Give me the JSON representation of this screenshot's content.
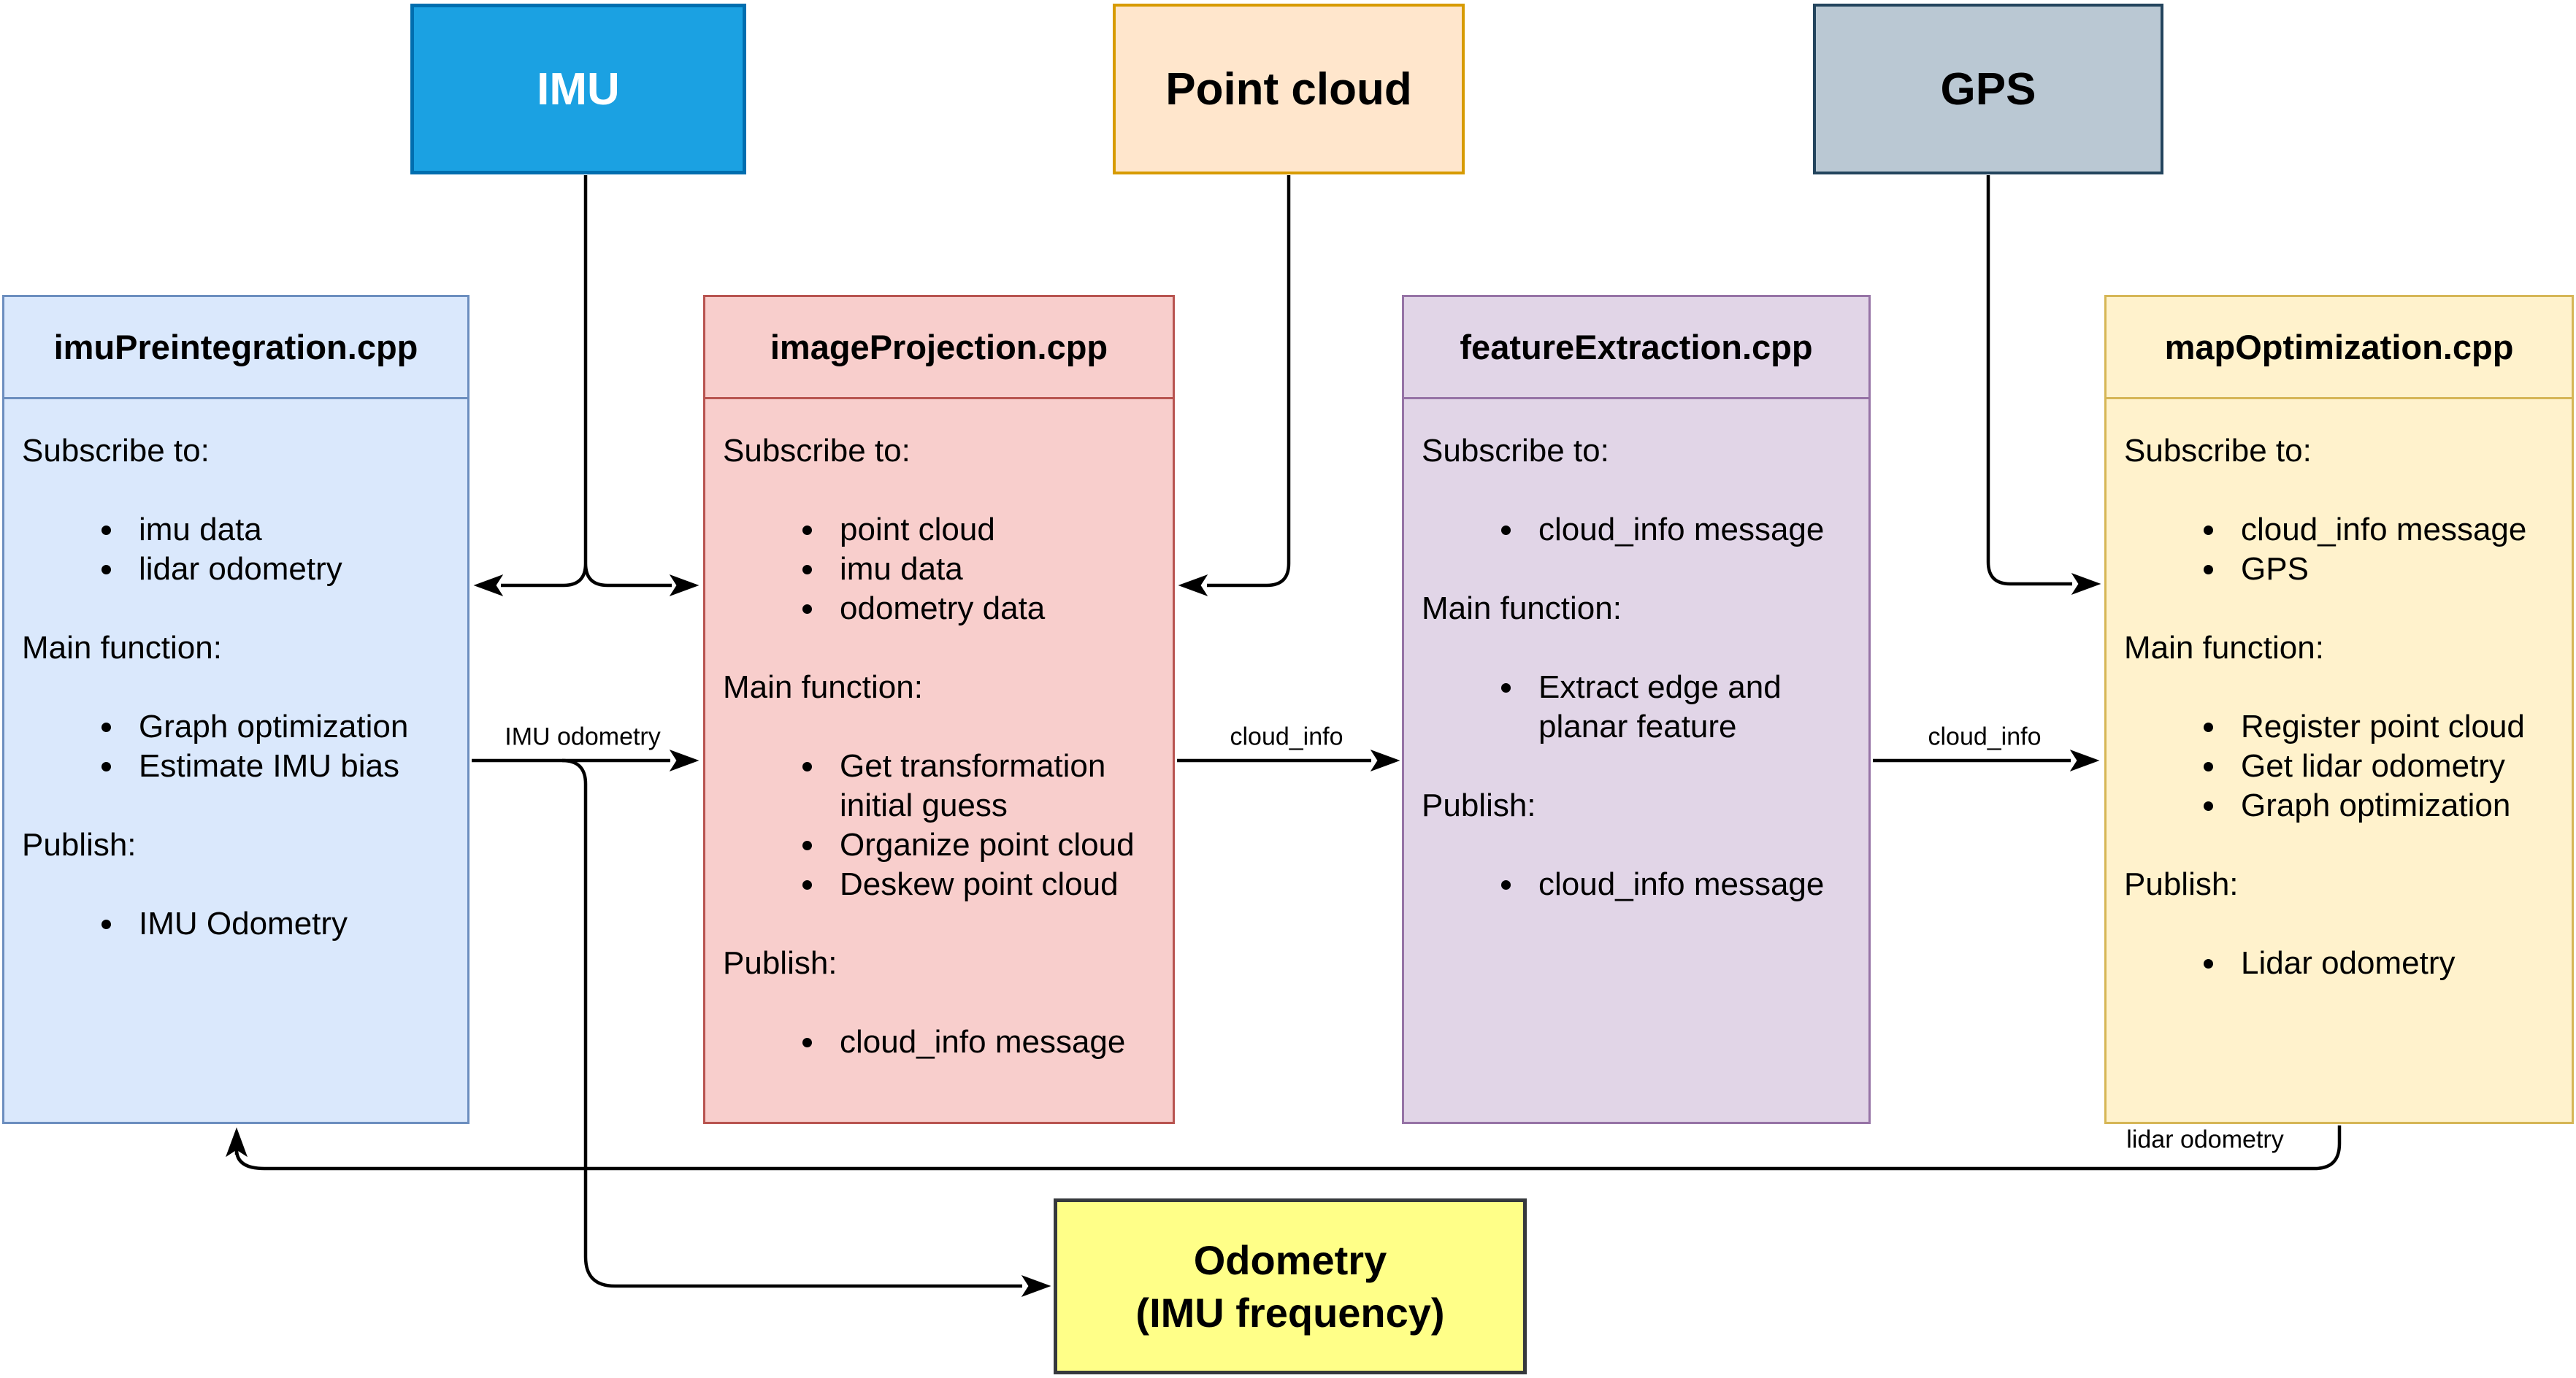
{
  "sources": {
    "imu": {
      "label": "IMU"
    },
    "point_cloud": {
      "label": "Point cloud"
    },
    "gps": {
      "label": "GPS"
    }
  },
  "modules": [
    {
      "title": "imuPreintegration.cpp",
      "sections": [
        {
          "heading": "Subscribe to:",
          "items": [
            "imu data",
            "lidar odometry"
          ]
        },
        {
          "heading": "Main function:",
          "items": [
            "Graph optimization",
            "Estimate IMU bias"
          ]
        },
        {
          "heading": "Publish:",
          "items": [
            "IMU Odometry"
          ]
        }
      ]
    },
    {
      "title": "imageProjection.cpp",
      "sections": [
        {
          "heading": "Subscribe to:",
          "items": [
            "point cloud",
            "imu data",
            "odometry data"
          ]
        },
        {
          "heading": "Main function:",
          "items": [
            "Get transformation initial guess",
            "Organize point cloud",
            "Deskew point cloud"
          ]
        },
        {
          "heading": "Publish:",
          "items": [
            "cloud_info message"
          ]
        }
      ]
    },
    {
      "title": "featureExtraction.cpp",
      "sections": [
        {
          "heading": "Subscribe to:",
          "items": [
            "cloud_info message"
          ]
        },
        {
          "heading": "Main function:",
          "items": [
            "Extract edge and planar feature"
          ]
        },
        {
          "heading": "Publish:",
          "items": [
            "cloud_info message"
          ]
        }
      ]
    },
    {
      "title": "mapOptimization.cpp",
      "sections": [
        {
          "heading": "Subscribe to:",
          "items": [
            "cloud_info message",
            "GPS"
          ]
        },
        {
          "heading": "Main function:",
          "items": [
            "Register point cloud",
            "Get lidar odometry",
            "Graph optimization"
          ]
        },
        {
          "heading": "Publish:",
          "items": [
            "Lidar odometry"
          ]
        }
      ]
    }
  ],
  "output_box": {
    "line1": "Odometry",
    "line2": "(IMU frequency)"
  },
  "edge_labels": {
    "imu_odometry": "IMU odometry",
    "cloud_info_1": "cloud_info",
    "cloud_info_2": "cloud_info",
    "lidar_odometry": "lidar odometry"
  },
  "colors": {
    "canvas_bg": "#FFFFFF",
    "edge": "#000000",
    "imu_fill": "#1BA1E2",
    "imu_stroke": "#006EAF",
    "imu_text": "#FFFFFF",
    "point_cloud_fill": "#FFE6CC",
    "point_cloud_stroke": "#D79B00",
    "gps_fill": "#BAC8D3",
    "gps_stroke": "#23445D",
    "module1_fill": "#DAE8FC",
    "module1_stroke": "#6C8EBF",
    "module2_fill": "#F8CECC",
    "module2_stroke": "#B85450",
    "module3_fill": "#E1D5E7",
    "module3_stroke": "#9673A6",
    "module4_fill": "#FFF2CC",
    "module4_stroke": "#D6B656",
    "output_fill": "#FFFF88",
    "output_stroke": "#36393D"
  }
}
